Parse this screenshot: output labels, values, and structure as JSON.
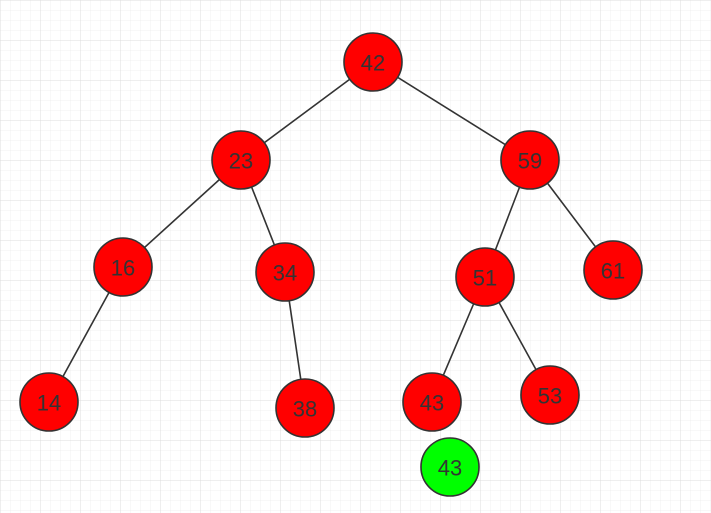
{
  "colors": {
    "background": "#ffffff",
    "grid_minor": "#ececec",
    "grid_major": "#dcdcdc",
    "node_default": "#ff0000",
    "node_highlight": "#00ff00",
    "stroke": "#333333",
    "label": "#333333"
  },
  "tree": {
    "nodes": [
      {
        "id": "n42",
        "label": "42",
        "state": "default"
      },
      {
        "id": "n23",
        "label": "23",
        "state": "default"
      },
      {
        "id": "n59",
        "label": "59",
        "state": "default"
      },
      {
        "id": "n16",
        "label": "16",
        "state": "default"
      },
      {
        "id": "n34",
        "label": "34",
        "state": "default"
      },
      {
        "id": "n51",
        "label": "51",
        "state": "default"
      },
      {
        "id": "n61",
        "label": "61",
        "state": "default"
      },
      {
        "id": "n14",
        "label": "14",
        "state": "default"
      },
      {
        "id": "n38",
        "label": "38",
        "state": "default"
      },
      {
        "id": "n43",
        "label": "43",
        "state": "default"
      },
      {
        "id": "n53",
        "label": "53",
        "state": "default"
      },
      {
        "id": "n43b",
        "label": "43",
        "state": "highlight"
      }
    ],
    "edges": [
      [
        "n42",
        "n23"
      ],
      [
        "n42",
        "n59"
      ],
      [
        "n23",
        "n16"
      ],
      [
        "n23",
        "n34"
      ],
      [
        "n59",
        "n51"
      ],
      [
        "n59",
        "n61"
      ],
      [
        "n16",
        "n14"
      ],
      [
        "n34",
        "n38"
      ],
      [
        "n51",
        "n43"
      ],
      [
        "n51",
        "n53"
      ]
    ]
  }
}
